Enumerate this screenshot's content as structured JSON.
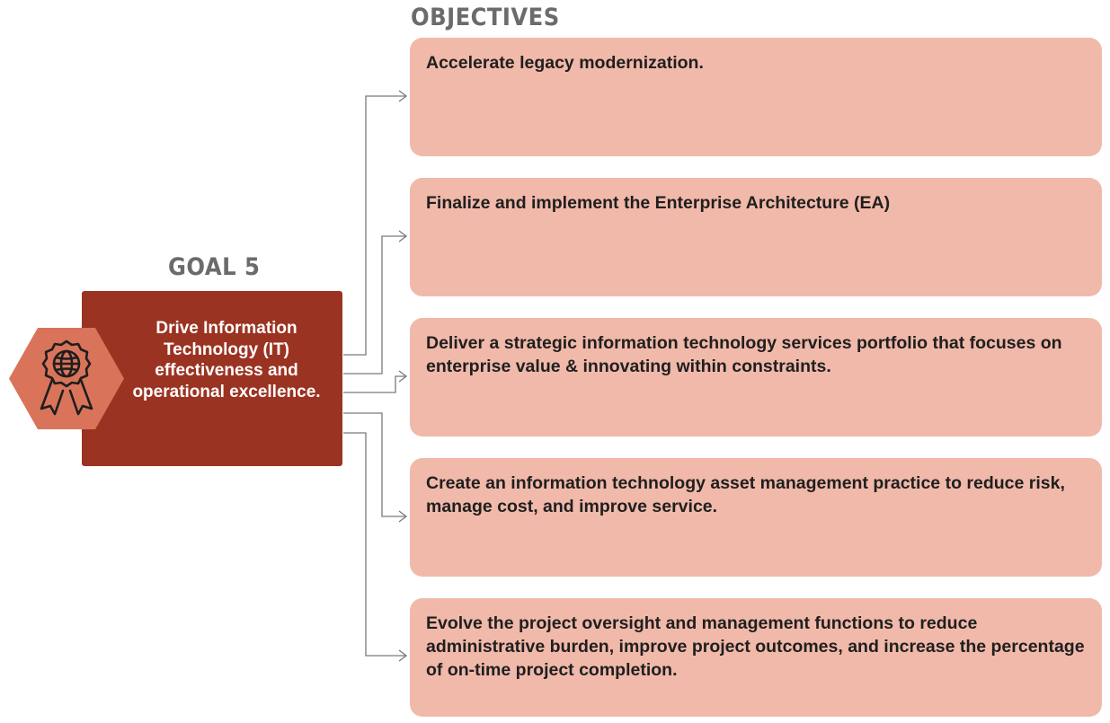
{
  "objectives_heading": "OBJECTIVES",
  "goal": {
    "heading": "GOAL 5",
    "text": "Drive Information Technology (IT) effectiveness and operational excellence.",
    "icon": "globe-award-ribbon-icon"
  },
  "objectives": [
    "Accelerate legacy modernization.",
    "Finalize and implement the Enterprise Architecture (EA)",
    "Deliver a strategic information technology services portfolio that focuses on enterprise value & innovating within constraints.",
    "Create an information technology asset management practice to reduce risk, manage cost, and improve service.",
    "Evolve the project oversight and management functions to reduce administrative burden, improve project outcomes, and increase the percentage of on-time project completion."
  ],
  "colors": {
    "goal_box": "#9b3322",
    "hexagon": "#d9745a",
    "objective_box": "#f1b9a9",
    "heading": "#6b6b6b",
    "connector": "#7a7a7a"
  }
}
